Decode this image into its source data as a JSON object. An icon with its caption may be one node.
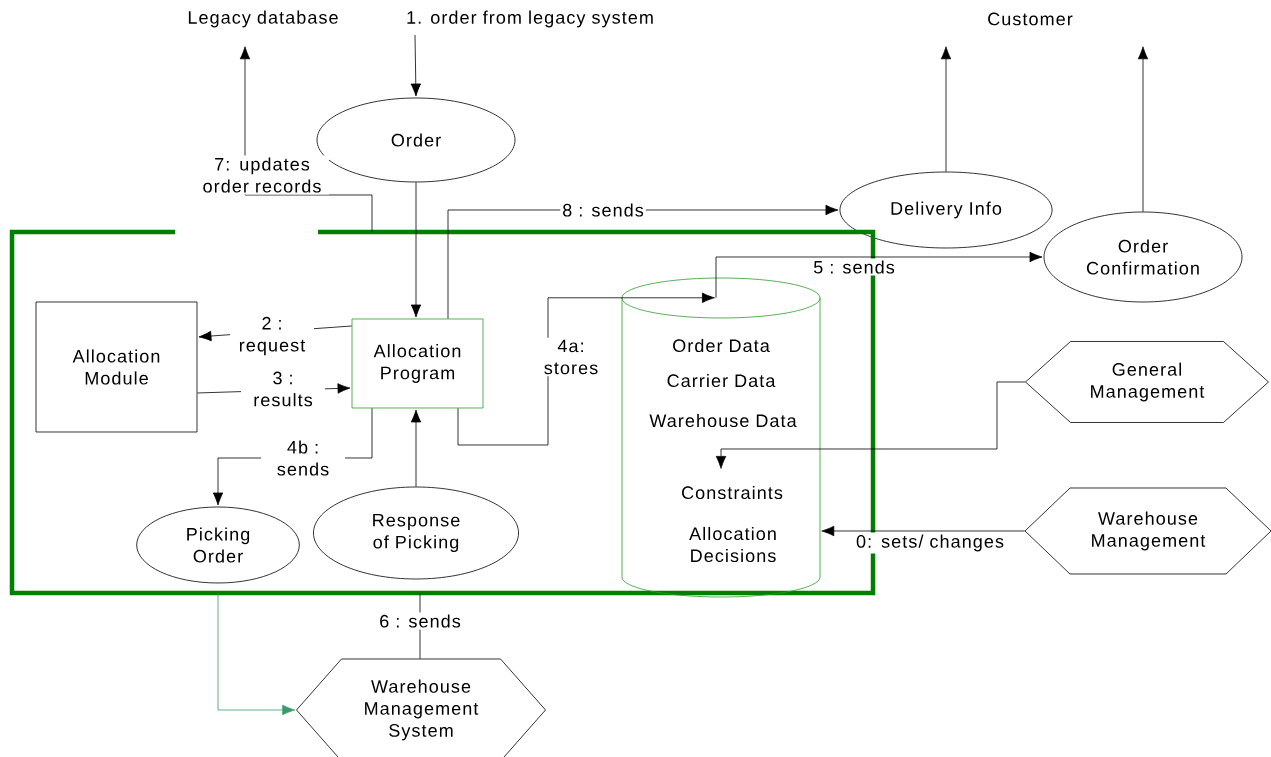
{
  "diagram": {
    "nodes": [
      {
        "text": [
          "Legacy database"
        ]
      },
      {
        "text": [
          "Customer"
        ]
      },
      {
        "text": [
          "Order"
        ]
      },
      {
        "text": [
          "Delivery Info"
        ]
      },
      {
        "text": [
          "Order Confirmation"
        ]
      },
      {
        "text": [],
        "shape": "box"
      },
      {
        "text": [
          "Allocation Module"
        ],
        "in": 5
      },
      {
        "text": [
          "Allocation Program"
        ],
        "in": 5
      },
      {
        "text": [
          "Order Data",
          "Carrier Data",
          "Warehouse Data",
          "Constraints",
          "Allocation Decisions"
        ],
        "in": 5
      },
      {
        "text": [
          "Picking Order"
        ],
        "in": 5
      },
      {
        "text": [
          "Response of Picking"
        ],
        "in": 5
      },
      {
        "text": [
          "General Management"
        ]
      },
      {
        "text": [
          "Warehouse Management"
        ]
      },
      {
        "text": [
          "Warehouse Management System"
        ]
      }
    ],
    "edges": [
      {
        "from": null,
        "to": 2,
        "arrow": "to",
        "label": "1. order from legacy system"
      },
      {
        "from": 2,
        "to": 7,
        "arrow": "to"
      },
      {
        "from": 7,
        "to": 6,
        "arrow": "to",
        "label": "2 : request"
      },
      {
        "from": 6,
        "to": 7,
        "arrow": "to",
        "label": "3 : results"
      },
      {
        "from": 7,
        "to": 3,
        "arrow": "to",
        "label": "8 : sends"
      },
      {
        "from": 7,
        "to": 8,
        "arrow": "to",
        "label": "4a: stores"
      },
      {
        "from": 7,
        "to": 9,
        "arrow": "to",
        "label": "4b : sends"
      },
      {
        "from": 10,
        "to": 7,
        "arrow": "to"
      },
      {
        "from": 8,
        "to": 4,
        "arrow": "to",
        "label": "5 : sends"
      },
      {
        "from": 3,
        "to": 1,
        "arrow": "to"
      },
      {
        "from": 4,
        "to": 1,
        "arrow": "to"
      },
      {
        "from": 11,
        "to": 8,
        "arrow": "to"
      },
      {
        "from": 12,
        "to": 8,
        "arrow": "to",
        "label": "0: sets/ changes"
      },
      {
        "from": 5,
        "to": 0,
        "arrow": "to",
        "label": "7: updates order records"
      },
      {
        "from": 5,
        "to": 13,
        "arrow": "none",
        "label": "6 : sends"
      },
      {
        "from": 5,
        "to": 13,
        "arrow": "to",
        "color": "#3a9a6a"
      }
    ]
  }
}
